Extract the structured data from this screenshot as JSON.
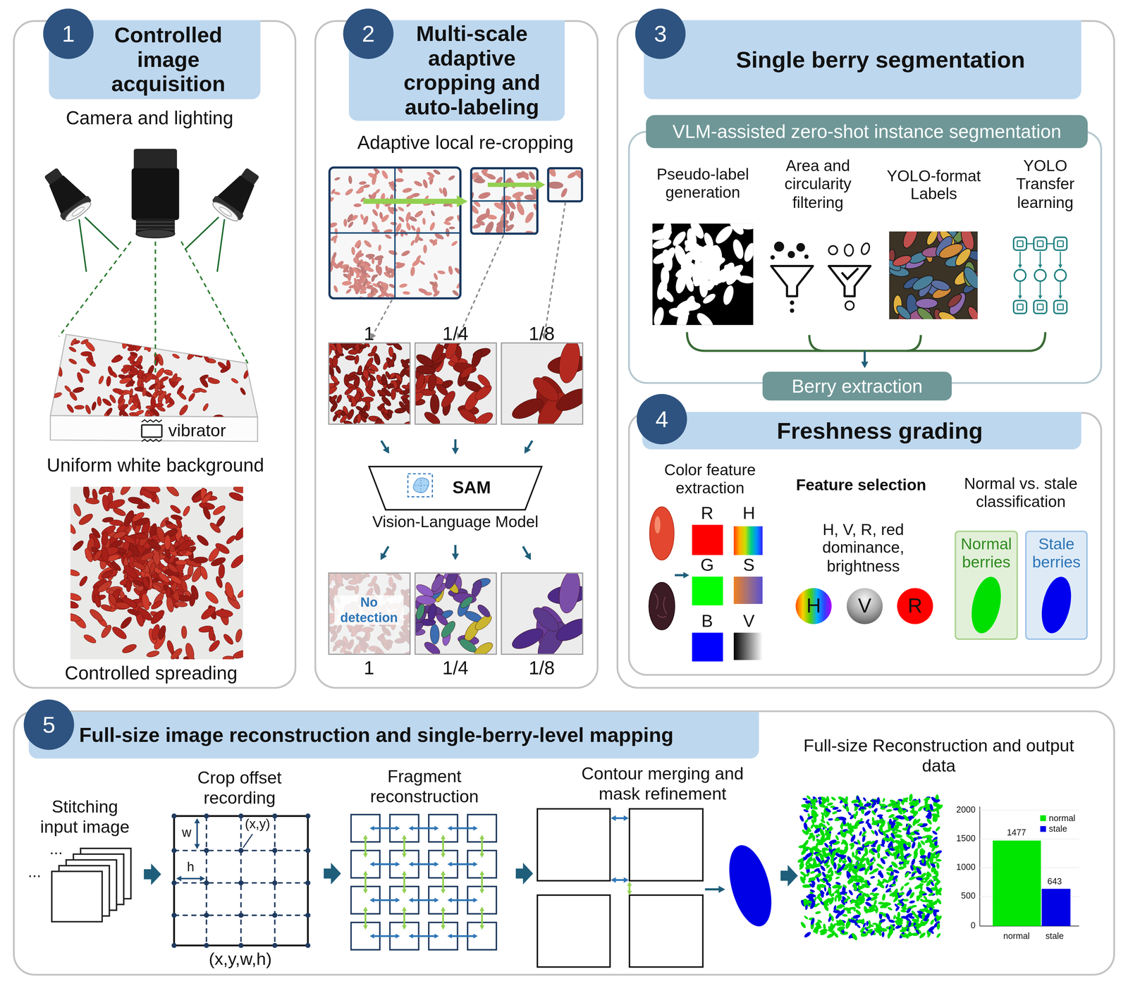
{
  "diagram": {
    "nodes": [
      {
        "text": [
          "Controlled image acquisition"
        ]
      },
      {
        "text": [
          "1"
        ],
        "in": 0
      },
      {
        "text": [
          "Multi-scale adaptive cropping and auto-labeling"
        ]
      },
      {
        "text": [
          "2"
        ],
        "in": 2
      },
      {
        "text": [
          "SAM",
          "Vision-Language Model"
        ],
        "in": 2
      },
      {
        "text": [
          "Single berry segmentation"
        ]
      },
      {
        "text": [
          "3"
        ],
        "in": 5
      },
      {
        "text": [
          "VLM-assisted zero-shot instance segmentation"
        ],
        "in": 5
      },
      {
        "text": [
          "Berry extraction"
        ],
        "in": 7
      },
      {
        "text": [
          "Freshness grading"
        ],
        "in": 5
      },
      {
        "text": [
          "4"
        ],
        "in": 9
      },
      {
        "text": [
          "H"
        ],
        "in": 9
      },
      {
        "text": [
          "V"
        ],
        "in": 9
      },
      {
        "text": [
          "R"
        ],
        "in": 9
      },
      {
        "text": [
          "Normal berries"
        ],
        "in": 9
      },
      {
        "text": [
          "Stale berries"
        ],
        "in": 9
      },
      {
        "text": [
          "Full-size image reconstruction and single-berry-level mapping"
        ]
      },
      {
        "text": [
          "5"
        ],
        "in": 16
      }
    ],
    "labels": [
      "Camera and lighting",
      "vibrator",
      "Uniform white background",
      "Controlled spreading",
      "Adaptive local re-cropping",
      "1",
      "1/4",
      "1/8",
      "No detection",
      "1",
      "1/4",
      "1/8",
      "Pseudo-label generation",
      "Area and circularity filtering",
      "YOLO-format Labels",
      "YOLO Transfer learning",
      "Color feature extraction",
      "R",
      "H",
      "G",
      "S",
      "B",
      "V",
      "Feature selection",
      "H, V, R, red dominance, brightness",
      "Normal vs. stale classification",
      "Stitching input image",
      "...",
      "...",
      "Crop offset recording",
      "w",
      "(x,y)",
      "h",
      "(x,y,w,h)",
      "Fragment reconstruction",
      "Contour merging and mask refinement",
      "Full-size Reconstruction and output data",
      "2000",
      "1500",
      "1000",
      "500",
      "0",
      "1477",
      "643",
      "normal",
      "stale"
    ],
    "legend": [
      {
        "text": "normal",
        "color": "#00e600"
      },
      {
        "text": "stale",
        "color": "#0000e6"
      }
    ]
  }
}
